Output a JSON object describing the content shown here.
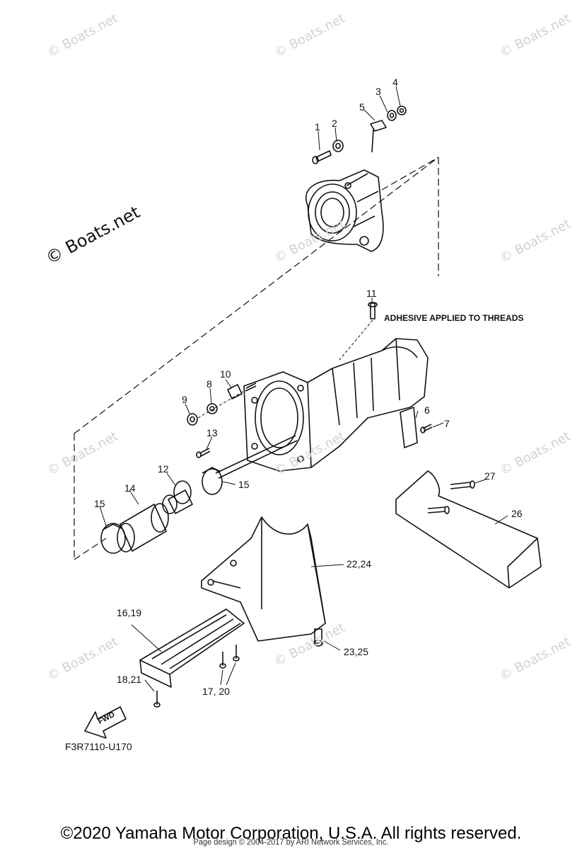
{
  "watermark": {
    "small_text": "© Boats.net",
    "large_text": "© Boats.net"
  },
  "callouts": [
    "1",
    "2",
    "3",
    "4",
    "5",
    "6",
    "7",
    "8",
    "9",
    "10",
    "11",
    "12",
    "13",
    "14",
    "15",
    "15",
    "16,19",
    "18,21",
    "17, 20",
    "22,24",
    "23,25",
    "26",
    "27"
  ],
  "annotation": "ADHESIVE APPLIED TO THREADS",
  "direction_label": "FWD",
  "diagram_code": "F3R7110-U170",
  "footer": {
    "copyright": "©2020 Yamaha Motor Corporation, U.S.A. All rights reserved.",
    "credit": "Page design © 2004-2017 by ARI Network Services, Inc."
  }
}
